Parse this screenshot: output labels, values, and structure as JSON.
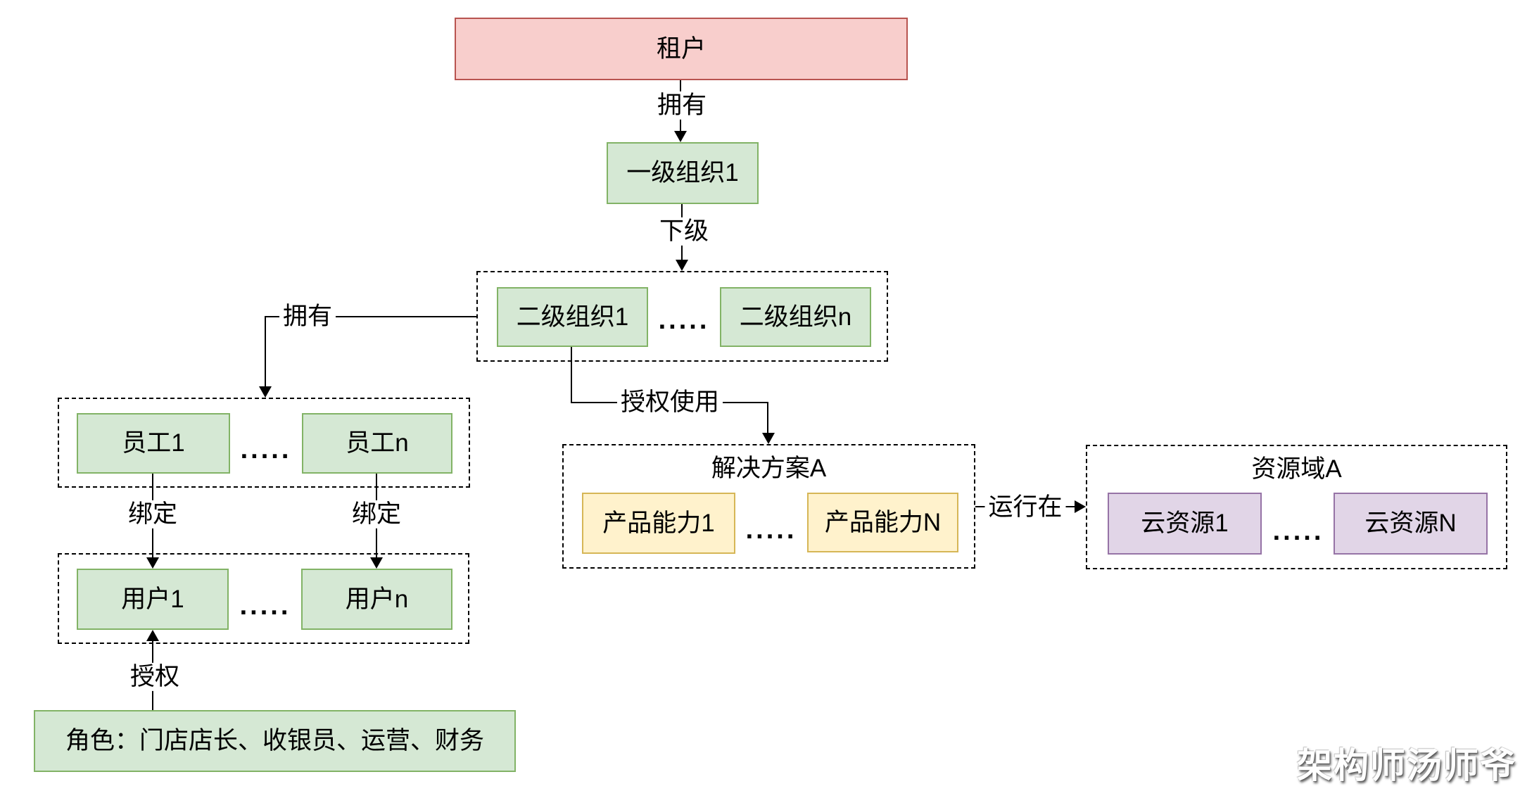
{
  "diagram": {
    "nodes": {
      "tenant": "租户",
      "org_l1": "一级组织1",
      "org_l2_1": "二级组织1",
      "org_l2_n": "二级组织n",
      "emp_1": "员工1",
      "emp_n": "员工n",
      "user_1": "用户1",
      "user_n": "用户n",
      "roles": "角色：门店店长、收银员、运营、财务",
      "prod_1": "产品能力1",
      "prod_n": "产品能力N",
      "cloud_1": "云资源1",
      "cloud_n": "云资源N"
    },
    "groups": {
      "solution_title": "解决方案A",
      "resource_title": "资源域A"
    },
    "edges": {
      "owns_top": "拥有",
      "subordinate": "下级",
      "owns_left": "拥有",
      "authorize_use": "授权使用",
      "bind_1": "绑定",
      "bind_n": "绑定",
      "authorize": "授权",
      "runs_on": "运行在"
    },
    "ellipsis": ".....",
    "watermark": "架构师汤师爷",
    "colors": {
      "tenant_fill": "#F8CECC",
      "tenant_border": "#B85450",
      "org_fill": "#D5E8D4",
      "org_border": "#82B366",
      "product_fill": "#FFF2CC",
      "product_border": "#D6B656",
      "cloud_fill": "#E1D5E7",
      "cloud_border": "#9673A6",
      "line": "#000000"
    }
  }
}
